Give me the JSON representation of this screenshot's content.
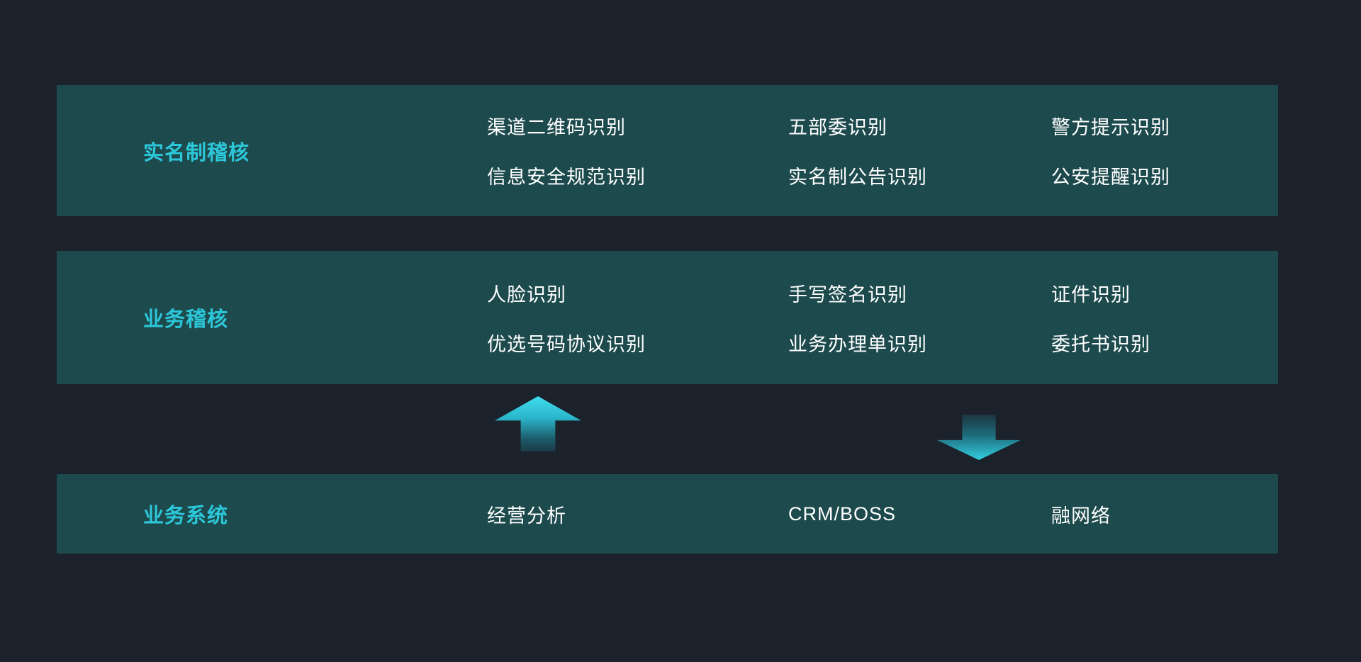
{
  "colors": {
    "background": "#1b222c",
    "band": "#1d4a4d",
    "accent": "#2cc7d9",
    "text": "#ffffff"
  },
  "rows": [
    {
      "label": "实名制稽核",
      "columns": [
        [
          "渠道二维码识别",
          "信息安全规范识别"
        ],
        [
          "五部委识别",
          "实名制公告识别"
        ],
        [
          "警方提示识别",
          "公安提醒识别"
        ]
      ]
    },
    {
      "label": "业务稽核",
      "columns": [
        [
          "人脸识别",
          "优选号码协议识别"
        ],
        [
          "手写签名识别",
          "业务办理单识别"
        ],
        [
          "证件识别",
          "委托书识别"
        ]
      ]
    },
    {
      "label": "业务系统",
      "columns": [
        [
          "经营分析"
        ],
        [
          "CRM/BOSS"
        ],
        [
          "融网络"
        ]
      ]
    }
  ],
  "icons": {
    "up_arrow": "arrow-up-icon",
    "down_arrow": "arrow-down-icon"
  }
}
